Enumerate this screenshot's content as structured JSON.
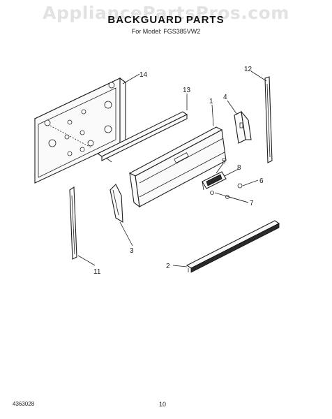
{
  "watermark": "AppliancePartsPros.com",
  "title": "BACKGUARD PARTS",
  "subtitle": "For Model: FGS385VW2",
  "footer": {
    "doc_number": "4363028",
    "page_number": "10"
  },
  "callouts": {
    "c14": "14",
    "c13": "13",
    "c12": "12",
    "c4": "4",
    "c1": "1",
    "c5": "5",
    "c8": "8",
    "c6": "6",
    "c7": "7",
    "c3": "3",
    "c11": "11",
    "c2": "2"
  }
}
